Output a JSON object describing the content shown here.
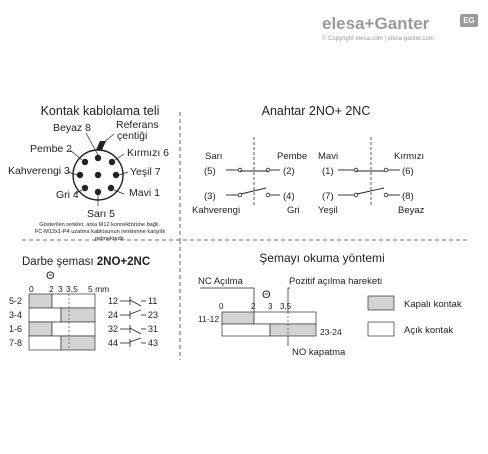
{
  "logo": {
    "brand": "elesa+Ganter",
    "badge": "EG",
    "copyright": "© Copyright elesa.com | elesa-ganter.com"
  },
  "wiring": {
    "title": "Kontak kablolama teli",
    "labels": {
      "beyaz": "Beyaz 8",
      "referans_1": "Referans",
      "referans_2": "çentiği",
      "pembe": "Pembe 2",
      "kirmizi": "Kırmızı 6",
      "kahverengi": "Kahverengi 3",
      "yesil": "Yeşil 7",
      "gri": "Gri 4",
      "mavi": "Mavi 1",
      "sari": "Sarı 5"
    },
    "note_1": "Gösterilen renkler, arka M12 konnektörüne bağlı",
    "note_2": "FC-M12x1-P4 uzatma kablosunun renklerine karşılık",
    "note_3": "gelmektedir."
  },
  "switch": {
    "title": "Anahtar 2NO+ 2NC",
    "left": {
      "top_left": "Sarı",
      "top_right": "Pembe",
      "n5": "(5)",
      "n2": "(2)",
      "n3": "(3)",
      "n4": "(4)",
      "bottom_left": "Kahverengi",
      "bottom_right": "Gri"
    },
    "right": {
      "top_left": "Mavi",
      "top_right": "Kırmızı",
      "n1": "(1)",
      "n6": "(6)",
      "n7": "(7)",
      "n8": "(8)",
      "bottom_left": "Yeşil",
      "bottom_right": "Beyaz"
    }
  },
  "pulse": {
    "title_normal": "Darbe şeması ",
    "title_bold": "2NO+2NC",
    "minus": "Θ",
    "scale": [
      "0",
      "2",
      "3",
      "3,5",
      "5 mm"
    ],
    "rows": [
      "5-2",
      "3-4",
      "1-6",
      "7-8"
    ],
    "contacts": [
      {
        "a": "12",
        "b": "11"
      },
      {
        "a": "24",
        "b": "23"
      },
      {
        "a": "32",
        "b": "31"
      },
      {
        "a": "44",
        "b": "43"
      }
    ]
  },
  "reading": {
    "title": "Şemayı okuma yöntemi",
    "nc_label": "NC Açılma",
    "positive_label": "Pozitif açılma hareketi",
    "minus": "Θ",
    "scale": [
      "0",
      "2",
      "3",
      "3,5"
    ],
    "row_left": "11-12",
    "row_right": "23-24",
    "no_label": "NO kapatma",
    "legend_closed": "Kapalı kontak",
    "legend_open": "Açık kontak"
  }
}
